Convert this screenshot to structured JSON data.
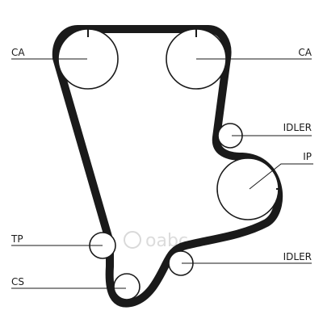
{
  "labels": {
    "ca_left": "CA",
    "ca_right": "CA",
    "idler_top": "IDLER",
    "ip": "IP",
    "tp": "TP",
    "idler_bottom": "IDLER",
    "cs": "CS"
  },
  "watermark": {
    "text": "oabc"
  }
}
